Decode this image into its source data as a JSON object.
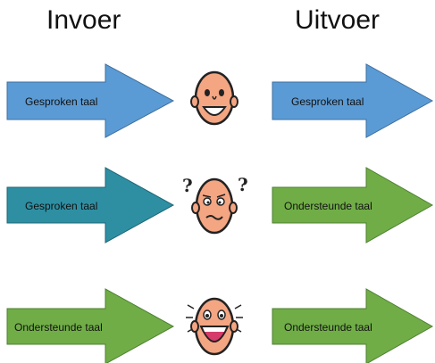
{
  "headings": {
    "input": "Invoer",
    "output": "Uitvoer"
  },
  "rows": [
    {
      "input_label": "Gesproken taal",
      "output_label": "Gesproken taal",
      "input_color": "#5b9bd5",
      "output_color": "#5b9bd5",
      "face": "smiling-face-icon"
    },
    {
      "input_label": "Gesproken taal",
      "output_label": "Ondersteunde taal",
      "input_color": "#2e8fa3",
      "output_color": "#70ad47",
      "face": "confused-face-icon"
    },
    {
      "input_label": "Ondersteunde taal",
      "output_label": "Ondersteunde taal",
      "input_color": "#70ad47",
      "output_color": "#70ad47",
      "face": "laughing-face-icon"
    }
  ],
  "colors": {
    "face_skin": "#f4a582",
    "outline": "#222222"
  },
  "question_mark": "?"
}
